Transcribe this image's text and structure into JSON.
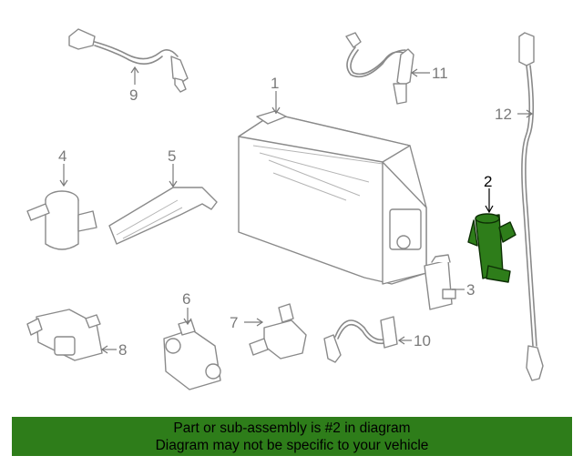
{
  "diagram": {
    "highlighted_part": "2",
    "highlight_color": "#2e7d1a",
    "callouts": {
      "c1": "1",
      "c2": "2",
      "c3": "3",
      "c4": "4",
      "c5": "5",
      "c6": "6",
      "c7": "7",
      "c8": "8",
      "c9": "9",
      "c10": "10",
      "c11": "11",
      "c12": "12"
    }
  },
  "footer": {
    "line1": "Part or sub-assembly is #2 in diagram",
    "line2": "Diagram may not be specific to your vehicle",
    "background": "#2e7d1a"
  }
}
